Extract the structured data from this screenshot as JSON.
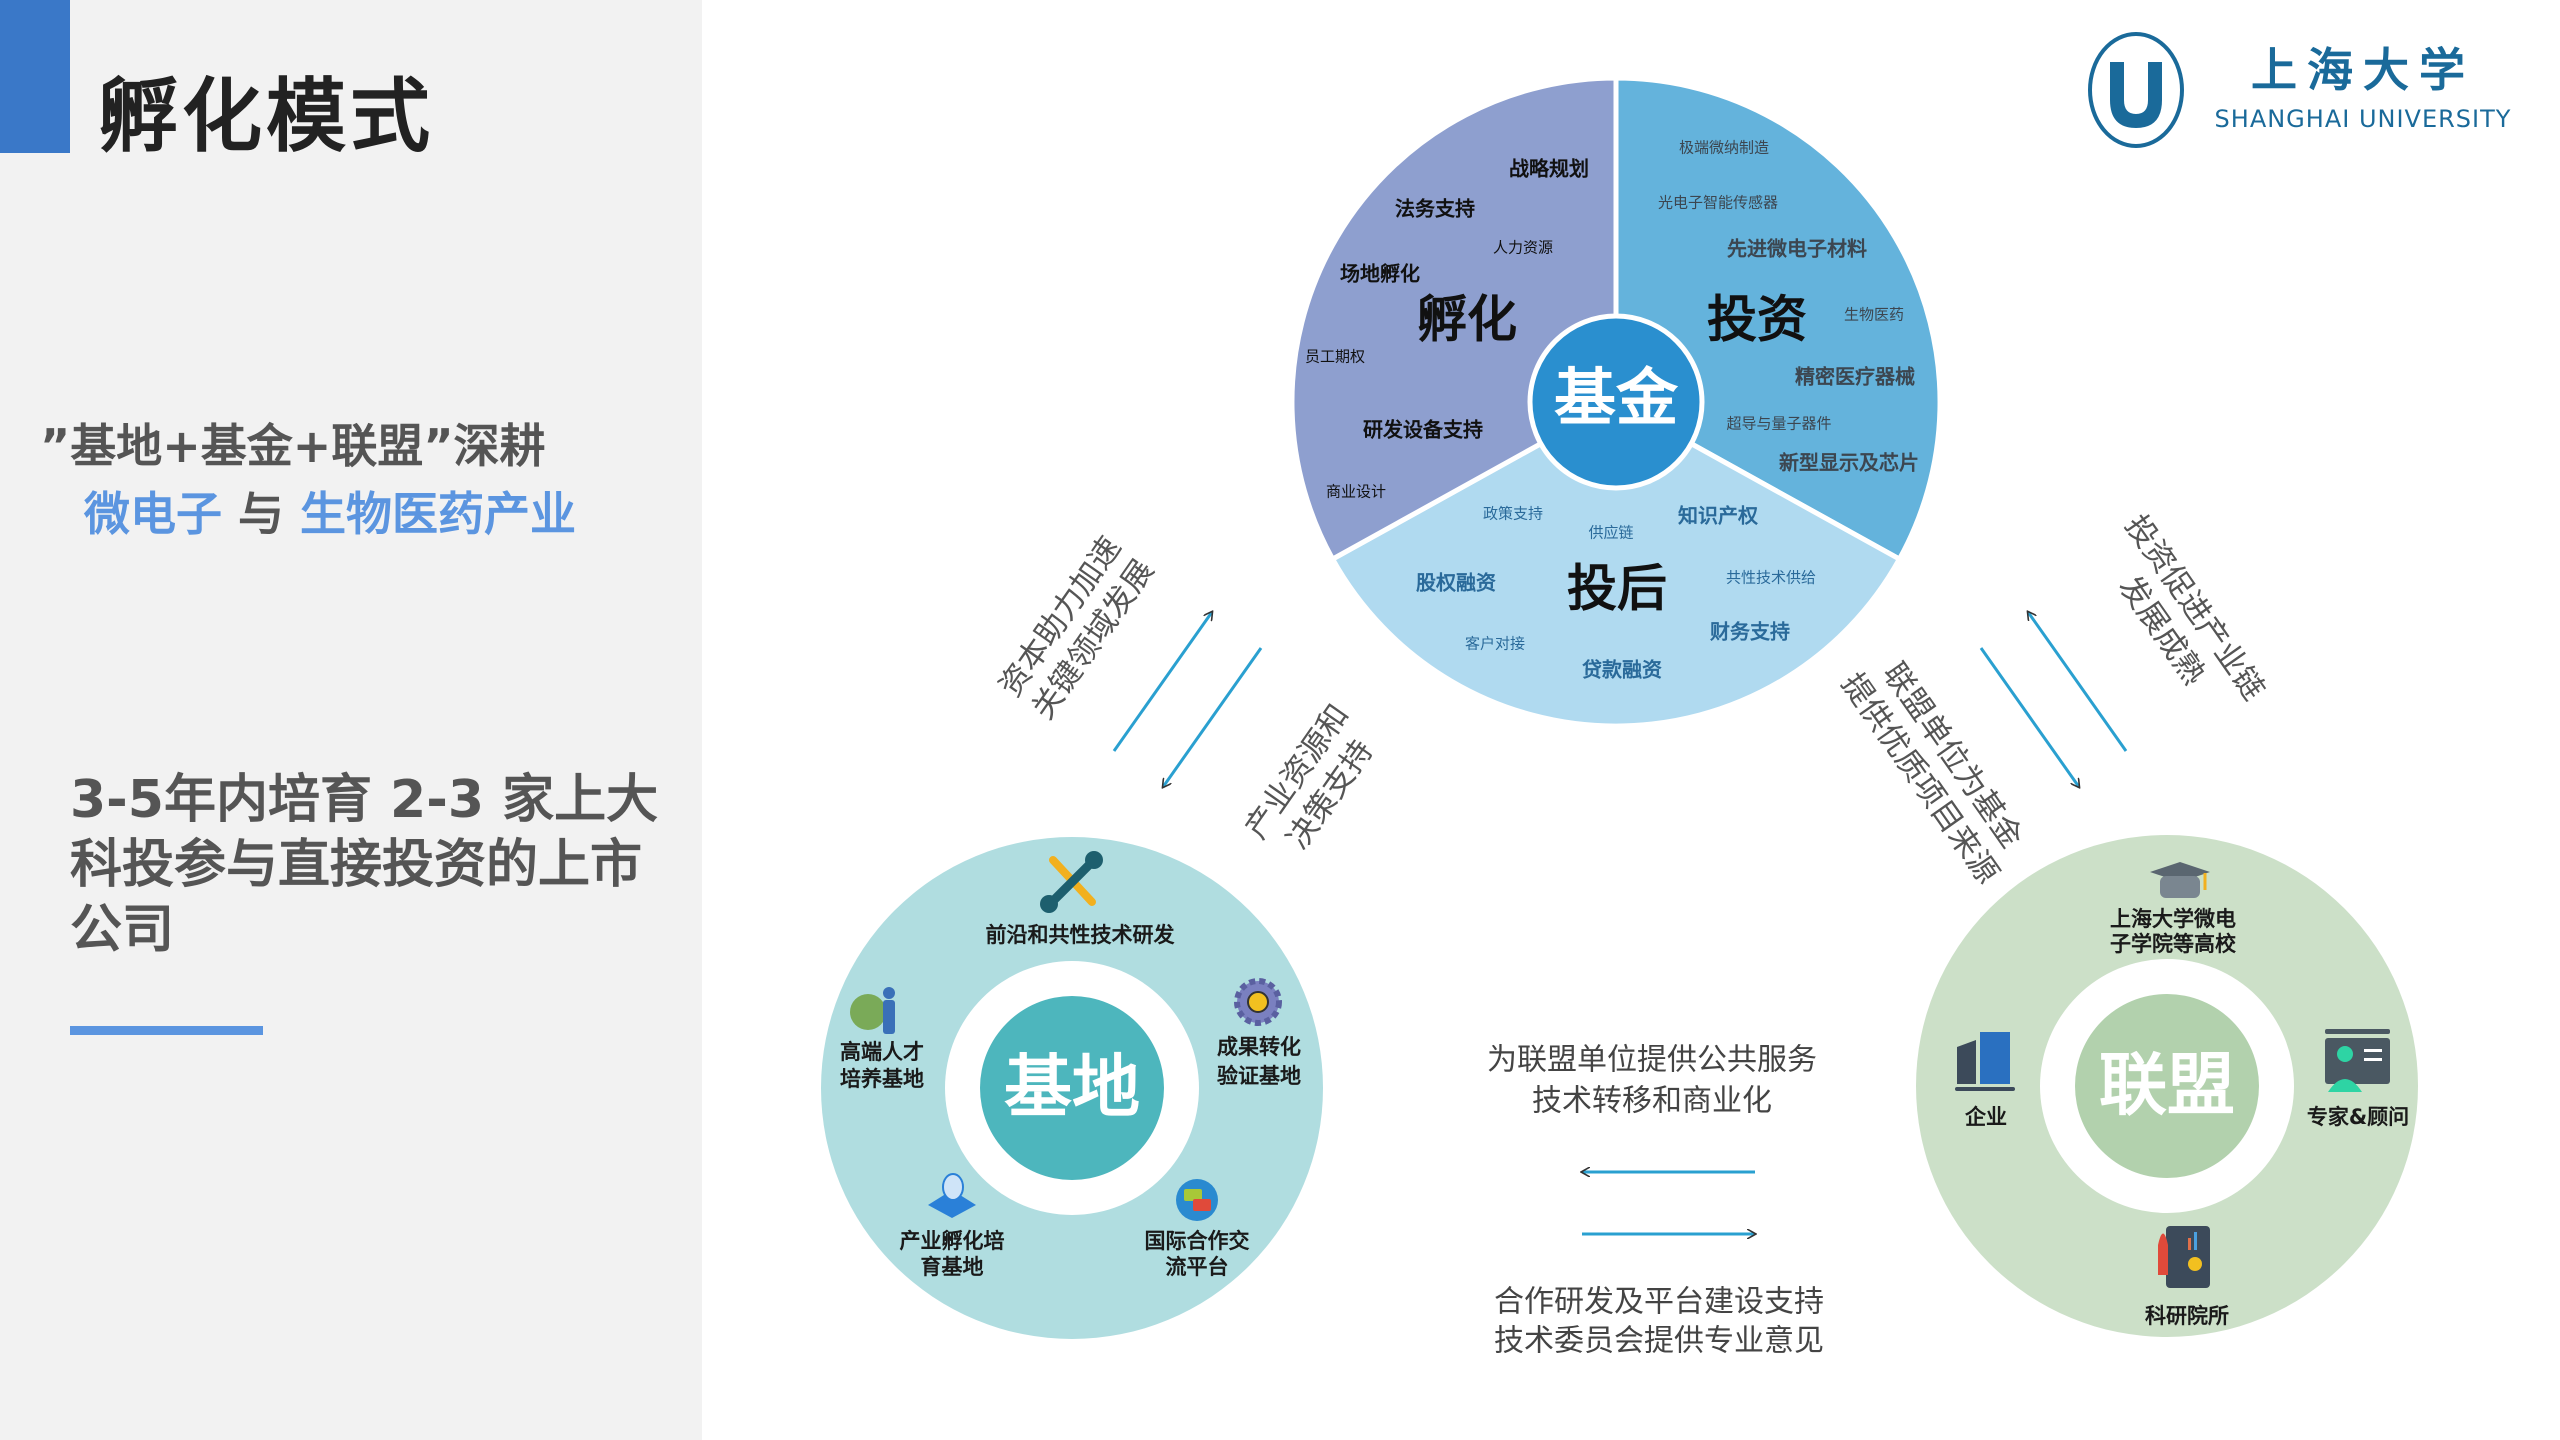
{
  "header": {
    "title": "孵化模式"
  },
  "left": {
    "slogan_prefix": "”基地+基金+联盟”深耕",
    "slogan_field1": "微电子",
    "slogan_and": " 与 ",
    "slogan_field2": "生物医药产业",
    "goal": "3-5年内培育 2-3 家上大科投参与直接投资的上市公司"
  },
  "logo": {
    "cn": "上海大学",
    "en": "SHANGHAI UNIVERSITY"
  },
  "fund": {
    "center": "基金",
    "colors": {
      "incubation": "#8e9fcf",
      "investment": "#64b3dc",
      "post": "#b0daf0",
      "center": "#2a8fcf"
    },
    "incubation": {
      "title": "孵化",
      "items": [
        "战略规划",
        "法务支持",
        "人力资源",
        "场地孵化",
        "员工期权",
        "研发设备支持",
        "商业设计"
      ]
    },
    "investment": {
      "title": "投资",
      "items": [
        "极端微纳制造",
        "光电子智能传感器",
        "先进微电子材料",
        "生物医药",
        "精密医疗器械",
        "超导与量子器件",
        "新型显示及芯片"
      ]
    },
    "post": {
      "title": "投后",
      "items": [
        "政策支持",
        "供应链",
        "知识产权",
        "股权融资",
        "共性技术供给",
        "客户对接",
        "财务支持",
        "贷款融资"
      ]
    }
  },
  "base": {
    "center": "基地",
    "items": [
      {
        "l1": "前沿和共性技术研发",
        "l2": "",
        "icon": "tools-icon"
      },
      {
        "l1": "高端人才",
        "l2": "培养基地",
        "icon": "globe-person-icon"
      },
      {
        "l1": "成果转化",
        "l2": "验证基地",
        "icon": "gear-icon"
      },
      {
        "l1": "产业孵化培",
        "l2": "育基地",
        "icon": "incubator-icon"
      },
      {
        "l1": "国际合作交",
        "l2": "流平台",
        "icon": "chat-icon"
      }
    ]
  },
  "alliance": {
    "center": "联盟",
    "items": [
      {
        "l1": "上海大学微电",
        "l2": "子学院等高校",
        "icon": "graduation-cap-icon"
      },
      {
        "l1": "企业",
        "l2": "",
        "icon": "building-icon"
      },
      {
        "l1": "专家&顾问",
        "l2": "",
        "icon": "expert-icon"
      },
      {
        "l1": "科研院所",
        "l2": "",
        "icon": "rocket-chart-icon"
      }
    ]
  },
  "flows": {
    "fund_to_base": [
      "资本助力加速",
      "关键领域发展"
    ],
    "base_to_fund": [
      "产业资源和",
      "决策支持"
    ],
    "fund_to_alliance": [
      "投资促进产业链",
      "发展成熟"
    ],
    "alliance_to_fund": [
      "联盟单位为基金",
      "提供优质项目来源"
    ],
    "base_to_alliance": [
      "为联盟单位提供公共服务",
      "技术转移和商业化"
    ],
    "alliance_to_base": [
      "合作研发及平台建设支持",
      "技术委员会提供专业意见"
    ]
  }
}
